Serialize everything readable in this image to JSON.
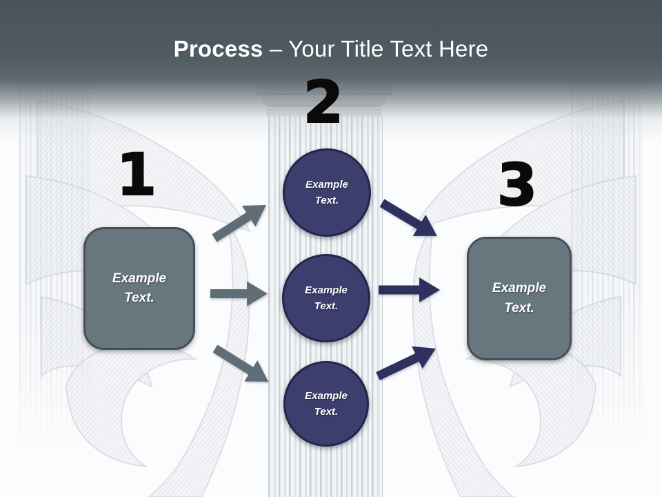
{
  "header": {
    "title_bold": "Process",
    "title_rest": "– Your Title Text Here"
  },
  "steps": {
    "step1": {
      "number": "1",
      "box_text": "Example Text."
    },
    "step2": {
      "number": "2",
      "circles": [
        "Example Text.",
        "Example Text.",
        "Example Text."
      ]
    },
    "step3": {
      "number": "3",
      "box_text": "Example Text."
    }
  },
  "colors": {
    "title_color": "#ffffff",
    "number_color": "#0a0a0a",
    "box_fill": "#68767e",
    "box_border": "#445058",
    "circle_fill": "#3c3e6e",
    "circle_border": "#23254a",
    "arrow_gray": "#5f6d76",
    "arrow_navy": "#2e305f"
  }
}
